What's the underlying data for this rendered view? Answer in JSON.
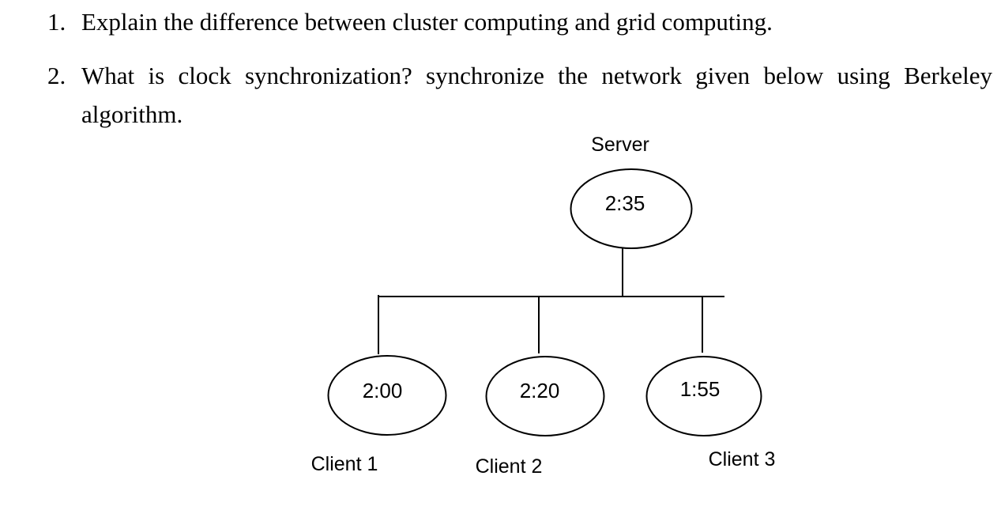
{
  "colors": {
    "background": "#ffffff",
    "ink": "#000000"
  },
  "questions": {
    "q1": {
      "number": "1.",
      "text": "Explain the difference between cluster computing and grid computing."
    },
    "q2": {
      "number": "2.",
      "line1": "What is clock synchronization? synchronize the network given below using Berkeley",
      "line2": "algorithm."
    }
  },
  "diagram": {
    "server": {
      "label": "Server",
      "time": "2:35"
    },
    "clients": [
      {
        "label": "Client 1",
        "time": "2:00"
      },
      {
        "label": "Client 2",
        "time": "2:20"
      },
      {
        "label": "Client 3",
        "time": "1:55"
      }
    ]
  }
}
